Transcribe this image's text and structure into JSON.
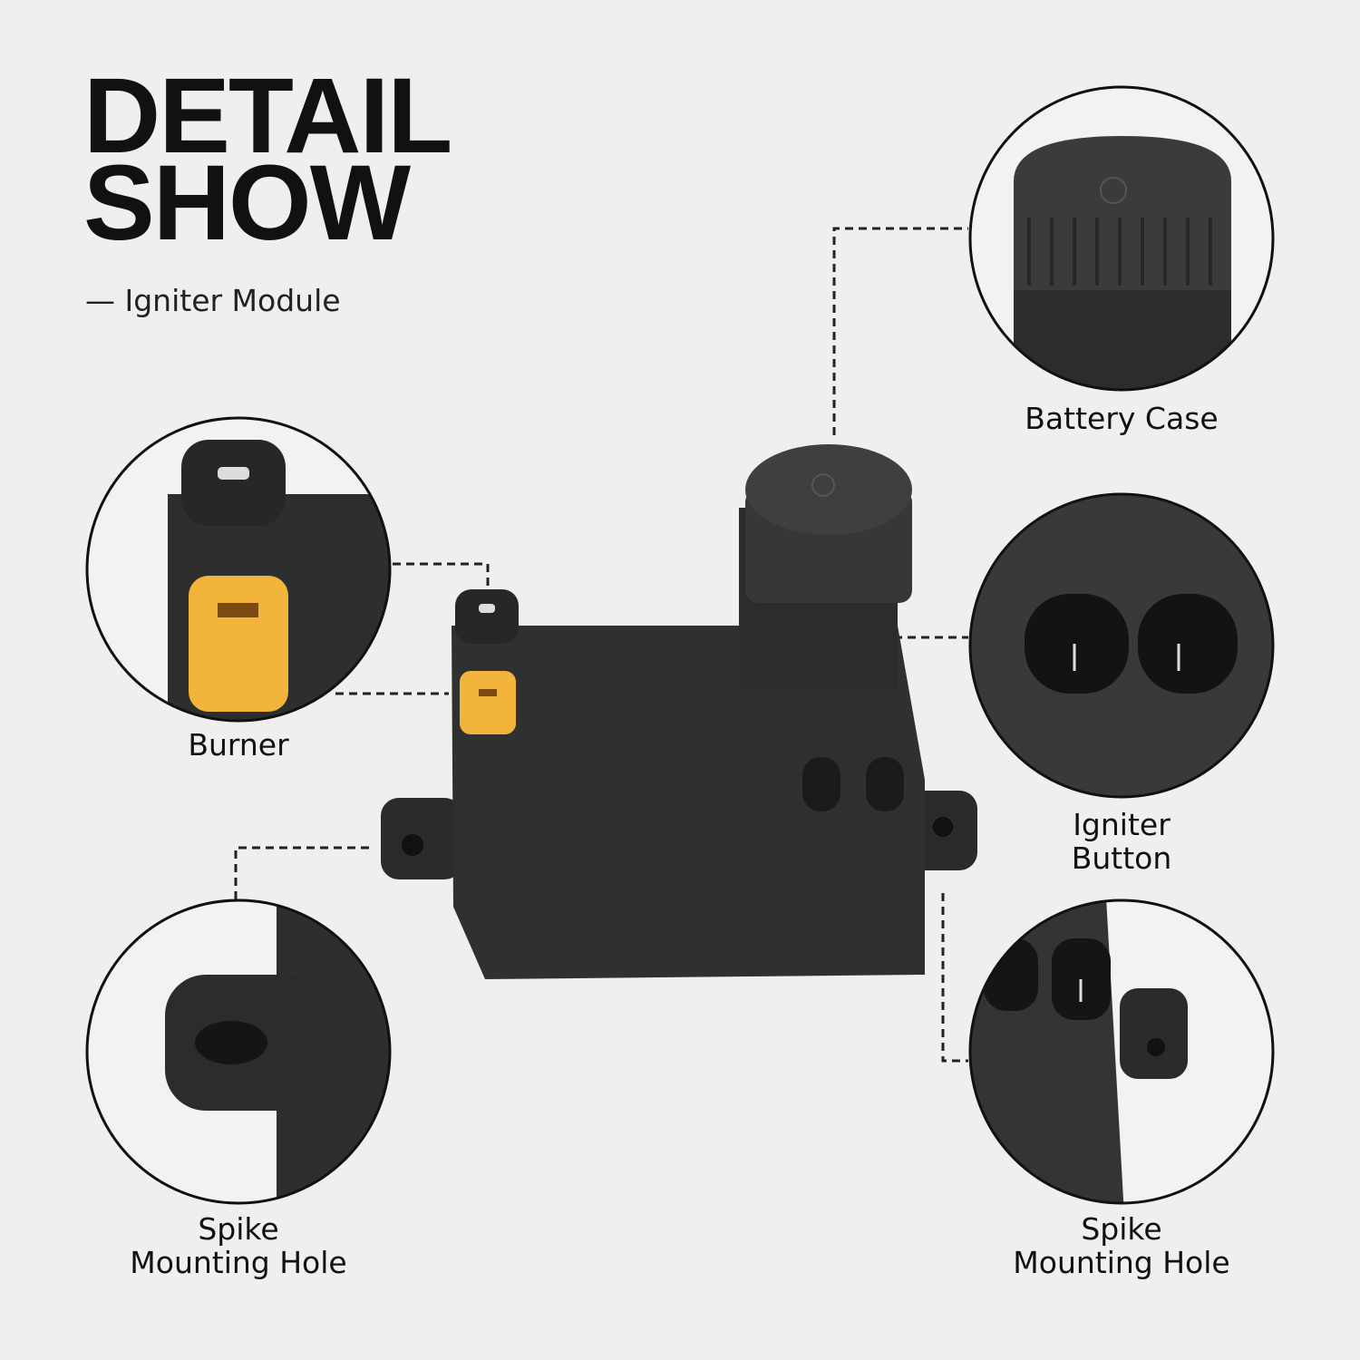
{
  "header": {
    "title_line1": "DETAIL",
    "title_line2": "SHOW",
    "subtitle": "— Igniter Module"
  },
  "callouts": [
    {
      "label": "Battery Case"
    },
    {
      "label": "Burner"
    },
    {
      "label_line1": "Igniter",
      "label_line2": "Button"
    },
    {
      "label_line1": "Spike",
      "label_line2": "Mounting Hole"
    },
    {
      "label_line1": "Spike",
      "label_line2": "Mounting Hole"
    }
  ],
  "colors": {
    "background": "#efefed",
    "module": "#2e2f2f",
    "connector": "#f2b43a",
    "border": "#111111"
  }
}
